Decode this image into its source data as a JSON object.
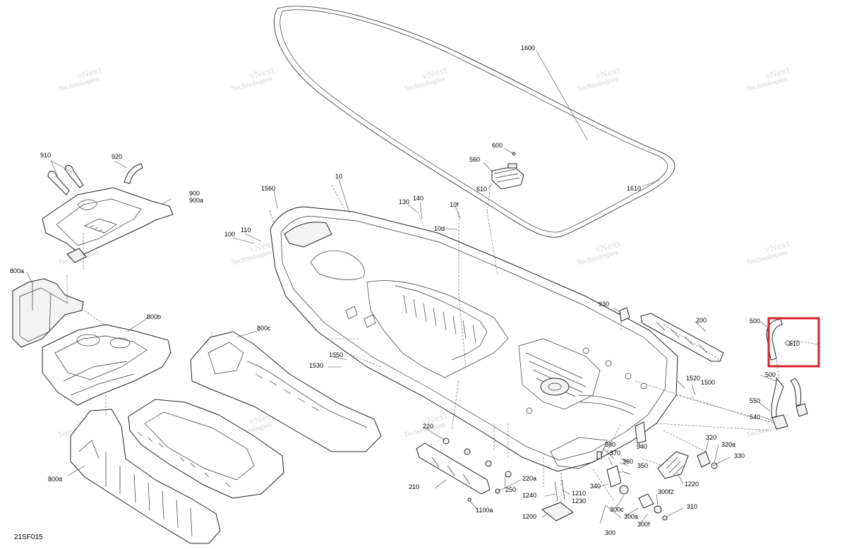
{
  "diagram": {
    "drawing_code": "21SF015",
    "highlight_color": "#d9232d",
    "watermark_line1": "vNext",
    "watermark_line2": "Technologies",
    "callouts": [
      "1600",
      "1610",
      "560",
      "600",
      "610",
      "10",
      "10f",
      "10d",
      "130",
      "140",
      "1560",
      "100",
      "110",
      "910",
      "920",
      "900",
      "900a",
      "800a",
      "800b",
      "800c",
      "800d",
      "930",
      "200",
      "500",
      "510",
      "500",
      "550",
      "540",
      "1550",
      "1530",
      "1520",
      "1500",
      "220",
      "210",
      "250",
      "220a",
      "1100a",
      "380",
      "370",
      "360",
      "350",
      "340",
      "940",
      "320",
      "320a",
      "330",
      "1220",
      "1240",
      "1210",
      "1230",
      "1200",
      "300c",
      "300a",
      "300f",
      "300f2",
      "310",
      "300"
    ]
  }
}
